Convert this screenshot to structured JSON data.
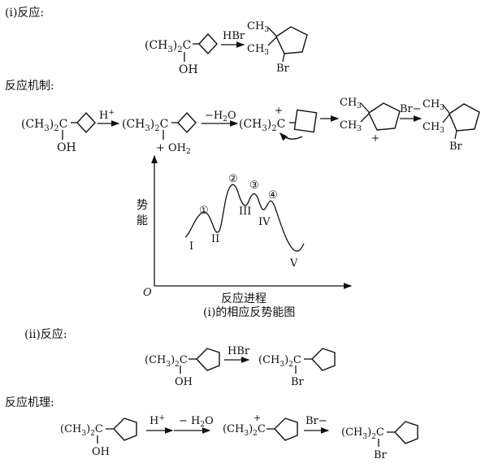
{
  "part1": {
    "heading": "(i)反应:",
    "reactant": {
      "group": "(CH",
      "sub": "3",
      "close": ")",
      "sub2": "2",
      "c": "C",
      "oh": "OH"
    },
    "reagent": "HBr",
    "product": {
      "ch3_top": "CH",
      "ch3_top_sub": "3",
      "ch3_bot": "CH",
      "ch3_bot_sub": "3",
      "br": "Br"
    }
  },
  "mechanism1": {
    "heading": "反应机制:",
    "step1_reagent": "H",
    "step1_reagent_sup": "+",
    "protonated": {
      "plus": "+",
      "oh2": "OH",
      "oh2_sub": "2"
    },
    "step2_reagent": "−H",
    "step2_reagent_sub": "2",
    "step2_reagent_tail": "O",
    "carbocation_plus": "+",
    "rearranged_plus": "+",
    "step4_reagent": "Br−"
  },
  "energy_diagram": {
    "y_label_1": "势",
    "y_label_2": "能",
    "origin": "O",
    "x_label": "反应进程",
    "caption": "(i)的相应反势能图",
    "peaks": [
      "①",
      "②",
      "③",
      "④"
    ],
    "intermediates": [
      "I",
      "II",
      "III",
      "IV",
      "V"
    ]
  },
  "part2": {
    "heading": "(ii)反应:",
    "reagent": "HBr",
    "oh": "OH",
    "br": "Br"
  },
  "mechanism2": {
    "heading": "反应机理:",
    "step1_reagent": "H",
    "step1_reagent_sup": "+",
    "step2_reagent": "− H",
    "step2_reagent_sub": "2",
    "step2_reagent_tail": "O",
    "cation_plus": "+",
    "step3_reagent": "Br−",
    "oh": "OH",
    "br": "Br"
  },
  "common": {
    "ch3": "(CH",
    "three": "3",
    "rp": ")",
    "two": "2",
    "c": "C"
  }
}
